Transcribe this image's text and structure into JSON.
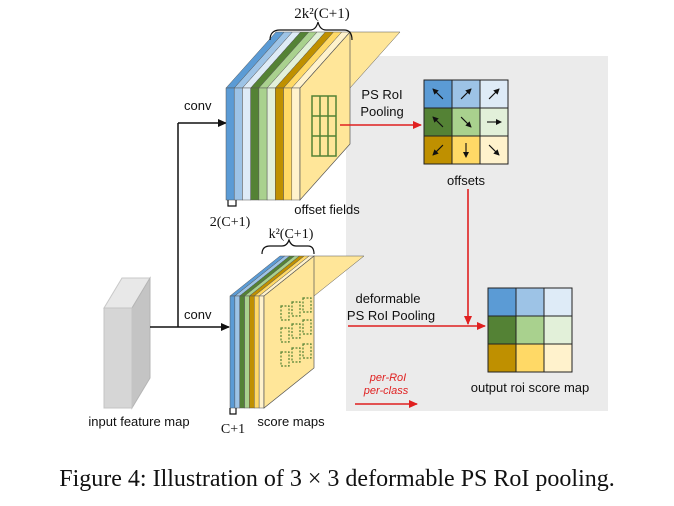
{
  "labels": {
    "offset_channels": "2k²(C+1)",
    "offset_bottom": "2(C+1)",
    "score_channels": "k²(C+1)",
    "score_bottom": "C+1",
    "conv_top": "conv",
    "conv_bottom": "conv",
    "ps_roi_line1": "PS RoI",
    "ps_roi_line2": "Pooling",
    "def_line1": "deformable",
    "def_line2": "PS RoI Pooling",
    "offsets": "offsets",
    "offset_fields": "offset fields",
    "input_feature_map": "input feature map",
    "score_maps": "score maps",
    "output_map": "output roi score map",
    "per_roi": "per-RoI",
    "per_class": "per-class"
  },
  "caption": "Figure 4: Illustration of 3 × 3 deformable PS RoI pooling.",
  "colors": {
    "grid": [
      "#5b9bd5",
      "#9dc3e6",
      "#deebf7",
      "#548235",
      "#a9d18e",
      "#e2f0d9",
      "#bf9000",
      "#ffd966",
      "#fff2cc"
    ],
    "arrow_red": "#e02020",
    "panel": "#ebebeb",
    "face": "#ffe699"
  },
  "offset_arrow_dirs": [
    "north-west",
    "north-east",
    "north-east",
    "north-west",
    "south-east",
    "east",
    "south-west",
    "south",
    "south-east"
  ]
}
